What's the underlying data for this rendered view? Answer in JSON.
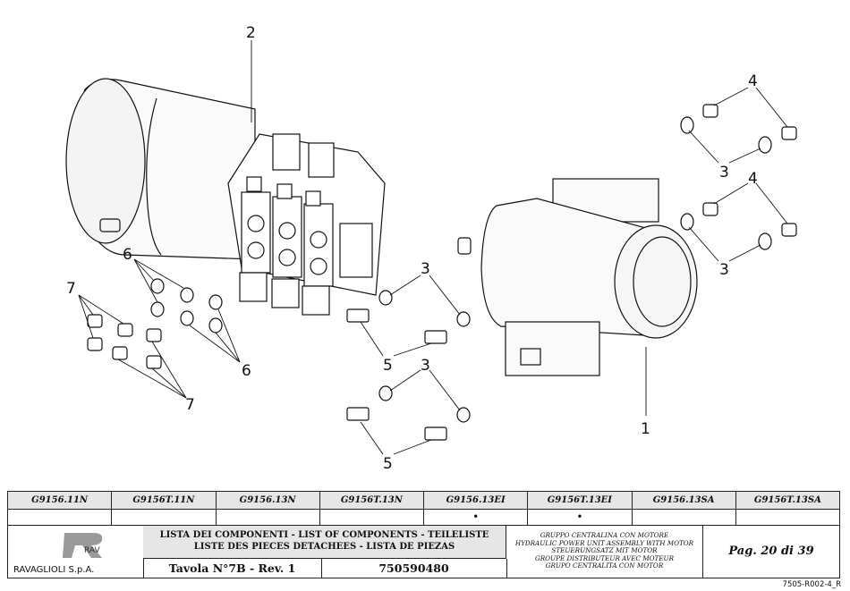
{
  "callouts": {
    "c1": "1",
    "c2": "2",
    "c3a": "3",
    "c3b": "3",
    "c3c": "3",
    "c3d": "3",
    "c4a": "4",
    "c4b": "4",
    "c5a": "5",
    "c5b": "5",
    "c6a": "6",
    "c6b": "6",
    "c7a": "7",
    "c7b": "7"
  },
  "models": [
    "G9156.11N",
    "G9156T.11N",
    "G9156.13N",
    "G9156T.13N",
    "G9156.13EI",
    "G9156T.13EI",
    "G9156.13SA",
    "G9156T.13SA"
  ],
  "marks": [
    "",
    "",
    "",
    "",
    "•",
    "•",
    "",
    ""
  ],
  "company": {
    "name": "RAVAGLIOLI S.p.A."
  },
  "components_title": {
    "line1": "LISTA DEI COMPONENTI - LIST OF COMPONENTS - TEILELISTE",
    "line2": "LISTE DES PIECES DETACHEES - LISTA DE PIEZAS"
  },
  "table_label": "Tavola N°7B - Rev. 1",
  "drawing_code": "750590480",
  "description": {
    "it": "GRUPPO CENTRALINA CON MOTORE",
    "en": "HYDRAULIC POWER UNIT ASSEMBLY WITH MOTOR",
    "de": "STEUERUNGSATZ MIT MOTOR",
    "fr": "GROUPE DISTRIBUTEUR AVEC MOTEUR",
    "es": "GRUPO CENTRALITA CON MOTOR"
  },
  "page_label": "Pag. 20 di 39",
  "ref_code": "7505-R002-4_R"
}
